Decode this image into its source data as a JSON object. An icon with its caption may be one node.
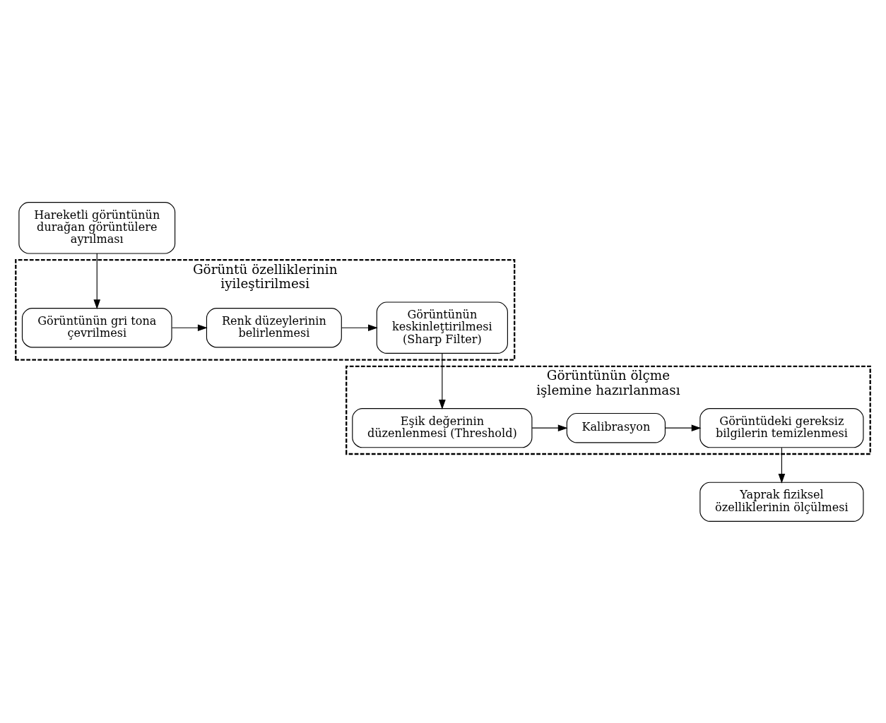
{
  "diagram": {
    "nodes": [
      {
        "text": [
          "Hareketli görüntünün durağan görüntülere ayrılması"
        ]
      },
      {
        "text": [
          "Görüntü özelliklerinin iyileştirilmesi"
        ]
      },
      {
        "text": [
          "Görüntünün gri tona çevrilmesi"
        ],
        "in": 1
      },
      {
        "text": [
          "Renk düzeylerinin belirlenmesi"
        ],
        "in": 1
      },
      {
        "text": [
          "Görüntünün keskinleţtirilmesi (Sharp Filter)"
        ],
        "in": 1
      },
      {
        "text": [
          "Görüntünün ölçme işlemine hazırlanması"
        ]
      },
      {
        "text": [
          "Eşik değerinin düzenlenmesi (Threshold)"
        ],
        "in": 5
      },
      {
        "text": [
          "Kalibrasyon"
        ],
        "in": 5
      },
      {
        "text": [
          "Görüntüdeki gereksiz bilgilerin temizlenmesi"
        ],
        "in": 5
      },
      {
        "text": [
          "Yaprak fiziksel özelliklerinin ölçülmesi"
        ]
      }
    ],
    "edges": [
      {
        "from": 0,
        "to": 2,
        "arrow": "to"
      },
      {
        "from": 2,
        "to": 3,
        "arrow": "to"
      },
      {
        "from": 3,
        "to": 4,
        "arrow": "to"
      },
      {
        "from": 4,
        "to": 6,
        "arrow": "to"
      },
      {
        "from": 6,
        "to": 7,
        "arrow": "to"
      },
      {
        "from": 7,
        "to": 8,
        "arrow": "to"
      },
      {
        "from": 8,
        "to": 9,
        "arrow": "to"
      }
    ]
  }
}
